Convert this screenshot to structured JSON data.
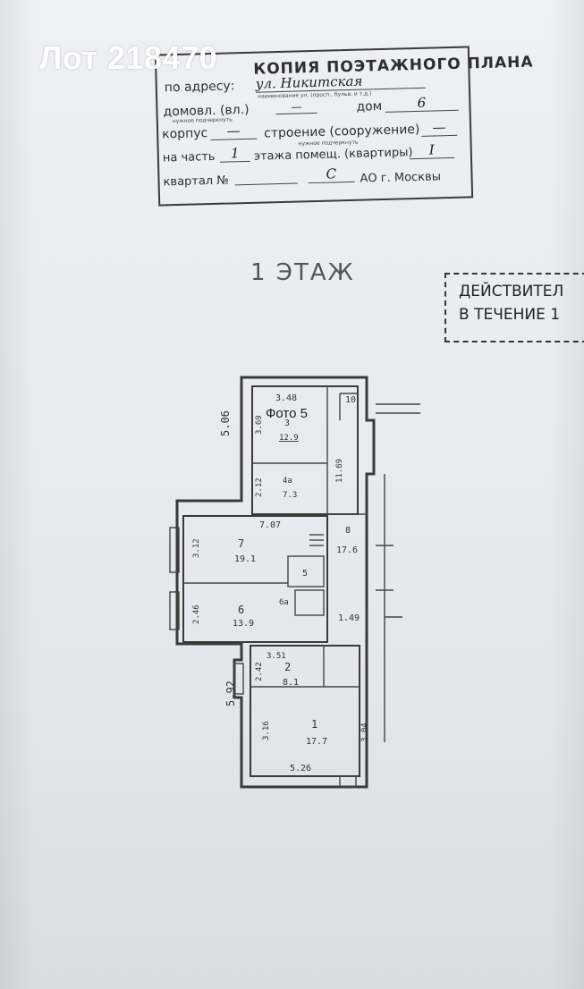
{
  "overlay": {
    "lot": "Лот 218470",
    "photo": "Фото 5"
  },
  "stamp": {
    "title": "КОПИЯ ПОЭТАЖНОГО ПЛАНА",
    "address_label": "по адресу:",
    "address_value": "ул. Никитская",
    "address_hint": "наименование ул. (просп., бульв. и т.д.)",
    "domovl_label": "домовл. (вл.)",
    "domovl_value": "—",
    "dom_label": "дом",
    "dom_value": "6",
    "hint1": "нужное подчеркнуть",
    "korpus_label": "корпус",
    "korpus_value": "—",
    "stroenie_label": "строение (сооружение)",
    "stroenie_value": "—",
    "hint2": "нужное подчеркнуть",
    "part_label": "на часть",
    "part_value": "1",
    "floor_label": "этажа помещ. (квартиры)",
    "floor_value": "I",
    "kvartal_label": "квартал №",
    "ao_value": "С",
    "ao_label": "АО г. Москвы"
  },
  "floor_title": "1 ЭТАЖ",
  "validity_stamp": {
    "line1": "ДЕЙСТВИТЕЛ",
    "line2": "В ТЕЧЕНИЕ 1"
  },
  "plan": {
    "dims": {
      "left_top": "5.06",
      "left_bottom": "5.92",
      "r3_w": "3.48",
      "r3_h": "3.69",
      "r3_mid": "11.69",
      "r4_h": "2.12",
      "r5_w": "7.07",
      "r5_h": "3.12",
      "r6_h": "2.46",
      "r6_right": "1.49",
      "r2_w": "3.51",
      "r2_h": "2.42",
      "r1_left": "3.16",
      "r1_right": "3.04",
      "r1_bottom": "5.26"
    },
    "rooms": [
      {
        "num": "3",
        "area": "12.9"
      },
      {
        "num": "4а",
        "area": "7.3"
      },
      {
        "num": "7",
        "area": "19.1"
      },
      {
        "num": "8",
        "area": "17.6"
      },
      {
        "num": "5",
        "area": ""
      },
      {
        "num": "6",
        "area": "13.9"
      },
      {
        "num": "6а",
        "area": ""
      },
      {
        "num": "2",
        "area": "8.1"
      },
      {
        "num": "1",
        "area": "17.7"
      },
      {
        "num": "10",
        "area": ""
      }
    ]
  }
}
